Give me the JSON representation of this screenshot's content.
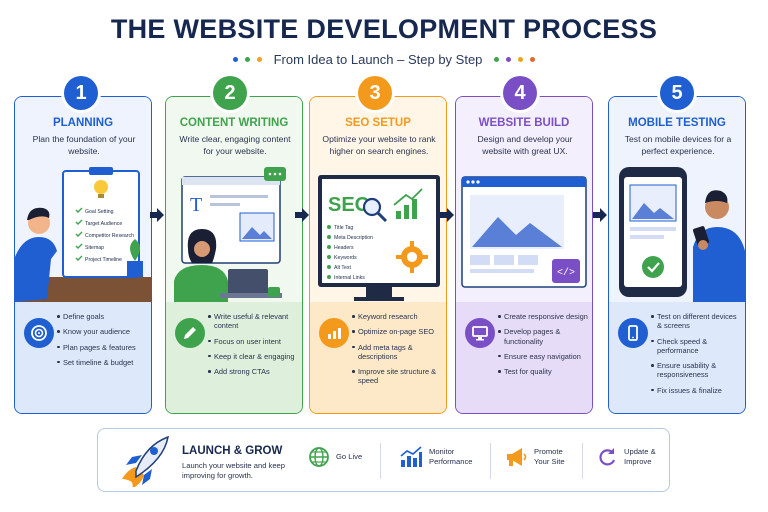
{
  "header": {
    "title": "THE WEBSITE DEVELOPMENT PROCESS",
    "subtitle": "From Idea to Launch – Step by Step",
    "dot_colors_left": [
      "#1f5fd1",
      "#3fa34d",
      "#f4a11d"
    ],
    "dot_colors_right": [
      "#3fa34d",
      "#7a4fc6",
      "#f4a11d",
      "#e06a2c"
    ]
  },
  "steps": [
    {
      "number": "1",
      "title": "PLANNING",
      "color": "#1f5fd1",
      "bg": "#eef3fd",
      "foot_bg": "#dde8fa",
      "description": "Plan the foundation of your website.",
      "illustration_items": [
        "Goal Setting",
        "Target Audience",
        "Competitor Research",
        "Sitemap",
        "Project Timeline"
      ],
      "icon": "target-icon",
      "bullets": [
        "Define goals",
        "Know your audience",
        "Plan pages & features",
        "Set timeline & budget"
      ]
    },
    {
      "number": "2",
      "title": "CONTENT WRITING",
      "color": "#3fa34d",
      "bg": "#f0f8ef",
      "foot_bg": "#deefdc",
      "description": "Write clear, engaging content for your website.",
      "icon": "pencil-icon",
      "bullets": [
        "Write useful & relevant content",
        "Focus on user intent",
        "Keep it clear & engaging",
        "Add strong CTAs"
      ]
    },
    {
      "number": "3",
      "title": "SEO SETUP",
      "color": "#f39a1d",
      "bg": "#fff6e8",
      "foot_bg": "#fde9c8",
      "description": "Optimize your website to rank higher on search engines.",
      "illustration_title": "SEO",
      "illustration_items": [
        "Title Tag",
        "Meta Description",
        "Headers",
        "Keywords",
        "Alt Text",
        "Internal Links"
      ],
      "icon": "bar-chart-icon",
      "bullets": [
        "Keyword research",
        "Optimize on-page SEO",
        "Add meta tags & descriptions",
        "Improve site structure & speed"
      ]
    },
    {
      "number": "4",
      "title": "WEBSITE BUILD",
      "color": "#7a4fc6",
      "bg": "#f4effc",
      "foot_bg": "#e6dcf7",
      "description": "Design and develop your website with great UX.",
      "icon": "monitor-icon",
      "bullets": [
        "Create responsive design",
        "Develop pages & functionality",
        "Ensure easy navigation",
        "Test for quality"
      ]
    },
    {
      "number": "5",
      "title": "MOBILE TESTING",
      "color": "#1f5fd1",
      "bg": "#eef3fd",
      "foot_bg": "#dde8fa",
      "description": "Test on mobile devices for a perfect experience.",
      "icon": "phone-icon",
      "bullets": [
        "Test on different devices & screens",
        "Check speed & performance",
        "Ensure usability & responsiveness",
        "Fix issues & finalize"
      ]
    }
  ],
  "launch": {
    "title": "LAUNCH & GROW",
    "description": "Launch your website and keep improving for growth.",
    "items": [
      {
        "label": "Go Live",
        "icon": "globe-icon",
        "color": "#3fa34d"
      },
      {
        "label": "Monitor Performance",
        "icon": "bar-chart-icon",
        "color": "#1f5fd1"
      },
      {
        "label": "Promote Your Site",
        "icon": "megaphone-icon",
        "color": "#f39a1d"
      },
      {
        "label": "Update & Improve",
        "icon": "refresh-icon",
        "color": "#7a4fc6"
      }
    ]
  }
}
